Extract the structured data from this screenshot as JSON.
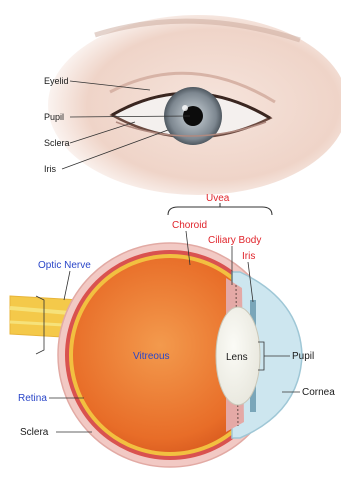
{
  "top_figure": {
    "labels": {
      "eyelid": "Eyelid",
      "pupil": "Pupil",
      "sclera": "Sclera",
      "iris": "Iris"
    }
  },
  "bottom_figure": {
    "labels": {
      "uvea": "Uvea",
      "choroid": "Choroid",
      "ciliary_body": "Ciliary Body",
      "iris": "Iris",
      "optic_nerve": "Optic Nerve",
      "vitreous": "Vitreous",
      "lens": "Lens",
      "pupil": "Pupil",
      "retina": "Retina",
      "cornea": "Cornea",
      "sclera": "Sclera"
    }
  },
  "colors": {
    "uvea_labels": "#e0242b",
    "blue_labels": "#2a46c8",
    "dark_labels": "#1a1a1a",
    "vitreous_fill": "#ee7a2e",
    "sclera_outer": "#f2c9c4",
    "iris_gray": "#8a939b"
  }
}
